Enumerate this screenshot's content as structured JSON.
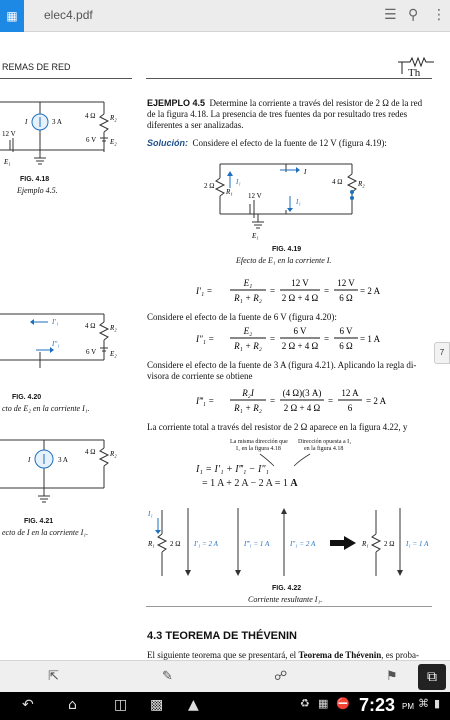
{
  "app": {
    "title": "elec4.pdf",
    "app_icon": "document-icon",
    "side_page": "7"
  },
  "header": {
    "running_title": "REMAS DE RED",
    "th_symbol": "Th"
  },
  "left": {
    "f418_caption": "FIG. 4.18",
    "f418_sub": "Ejemplo 4.5.",
    "f420_caption": "FIG. 4.20",
    "f420_sub": "cto de E₂ en la corriente I₁.",
    "f421_caption": "FIG. 4.21",
    "f421_sub": "ecto de I en la corriente I₁.",
    "r4": "4 Ω",
    "r2": "R₂",
    "i3": "3 A",
    "ilabel": "I",
    "v12": "12 V",
    "e1": "E₁",
    "v6": "6 V",
    "e2": "E₂",
    "ip1": "I′₁",
    "ipp1": "I″₁"
  },
  "main": {
    "ej_head": "EJEMPLO 4.5",
    "ej_l1": "Determine la corriente a través del resistor de 2 Ω de la red",
    "ej_l2": "de la figura 4.18. La presencia de tres fuentes da por resultado tres redes",
    "ej_l3": "diferentes a ser analizadas.",
    "sol_head": "Solución:",
    "sol_l1": "Considere el efecto de la fuente de 12 V (figura 4.19):",
    "f419_caption": "FIG. 4.19",
    "f419_sub": "Efecto de E₁ en la corriente I.",
    "eq1_lhs": "I′₁ =",
    "eq1_n1": "E₁",
    "eq1_d1": "R₁ + R₂",
    "eq1_n2": "12 V",
    "eq1_d2": "2 Ω + 4 Ω",
    "eq1_n3": "12 V",
    "eq1_d3": "6 Ω",
    "eq1_res": "= 2 A",
    "p_e2": "Considere el efecto de la fuente de 6 V (figura 4.20):",
    "eq2_lhs": "I″₁ =",
    "eq2_n1": "E₂",
    "eq2_d1": "R₁ + R₂",
    "eq2_n2": "6 V",
    "eq2_d2": "2 Ω + 4 Ω",
    "eq2_n3": "6 V",
    "eq2_d3": "6 Ω",
    "eq2_res": "= 1 A",
    "p_i1": "Considere el efecto de la fuente de 3 A (figura 4.21). Aplicando la regla di-",
    "p_i2": "visora de corriente se obtiene",
    "eq3_lhs": "I‴₁ =",
    "eq3_n1": "R₂I",
    "eq3_d1": "R₁ + R₂",
    "eq3_n2": "(4 Ω)(3 A)",
    "eq3_d2": "2 Ω + 4 Ω",
    "eq3_n3": "12 A",
    "eq3_d3": "6",
    "eq3_res": "= 2 A",
    "p_tot": "La corriente total a través del resistor de 2 Ω aparece en la figura 4.22, y",
    "ann1_l1": "La misma dirección que",
    "ann1_l2": "I₁ en la figura 4.18",
    "ann2_l1": "Dirección opuesta a I₁",
    "ann2_l2": "en la figura 4.18",
    "sum_l1": "I₁ = I′₁ + I‴₁ − I″₁",
    "sum_l2a": "= 1 A + 2 A − 2 A = 1 ",
    "sum_l2b": "A",
    "f422_caption": "FIG. 4.22",
    "f422_sub": "Corriente resultante I₁.",
    "sec_head": "4.3  TEOREMA DE THÉVENIN",
    "last_a": "El siguiente teorema que se presentará, el ",
    "last_b": "Teorema de Thévenin",
    "last_c": ", es proba-"
  },
  "fig419": {
    "r1": "R₁",
    "r1v": "2 Ω",
    "r2": "R₂",
    "r2v": "4 Ω",
    "v": "12 V",
    "e": "E₁",
    "i1": "I₁",
    "i": "I",
    "i1b": "I₁"
  },
  "fig422": {
    "i1": "I₁",
    "r1": "R₁",
    "r1v": "2 Ω",
    "a1": "I′₁ = 2 A",
    "a2": "I‴₁ = 1 A",
    "a3": "I″₁ = 2 A",
    "r1b": "R₁",
    "r1bv": "2 Ω",
    "a4": "I₁ = 1 A"
  },
  "bottombar": {
    "b1": "fit-width-icon",
    "b2": "annotate-icon",
    "b3": "share-icon",
    "b4": "bookmark-icon"
  },
  "navbar": {
    "time": "7:23",
    "ampm": "PM"
  }
}
